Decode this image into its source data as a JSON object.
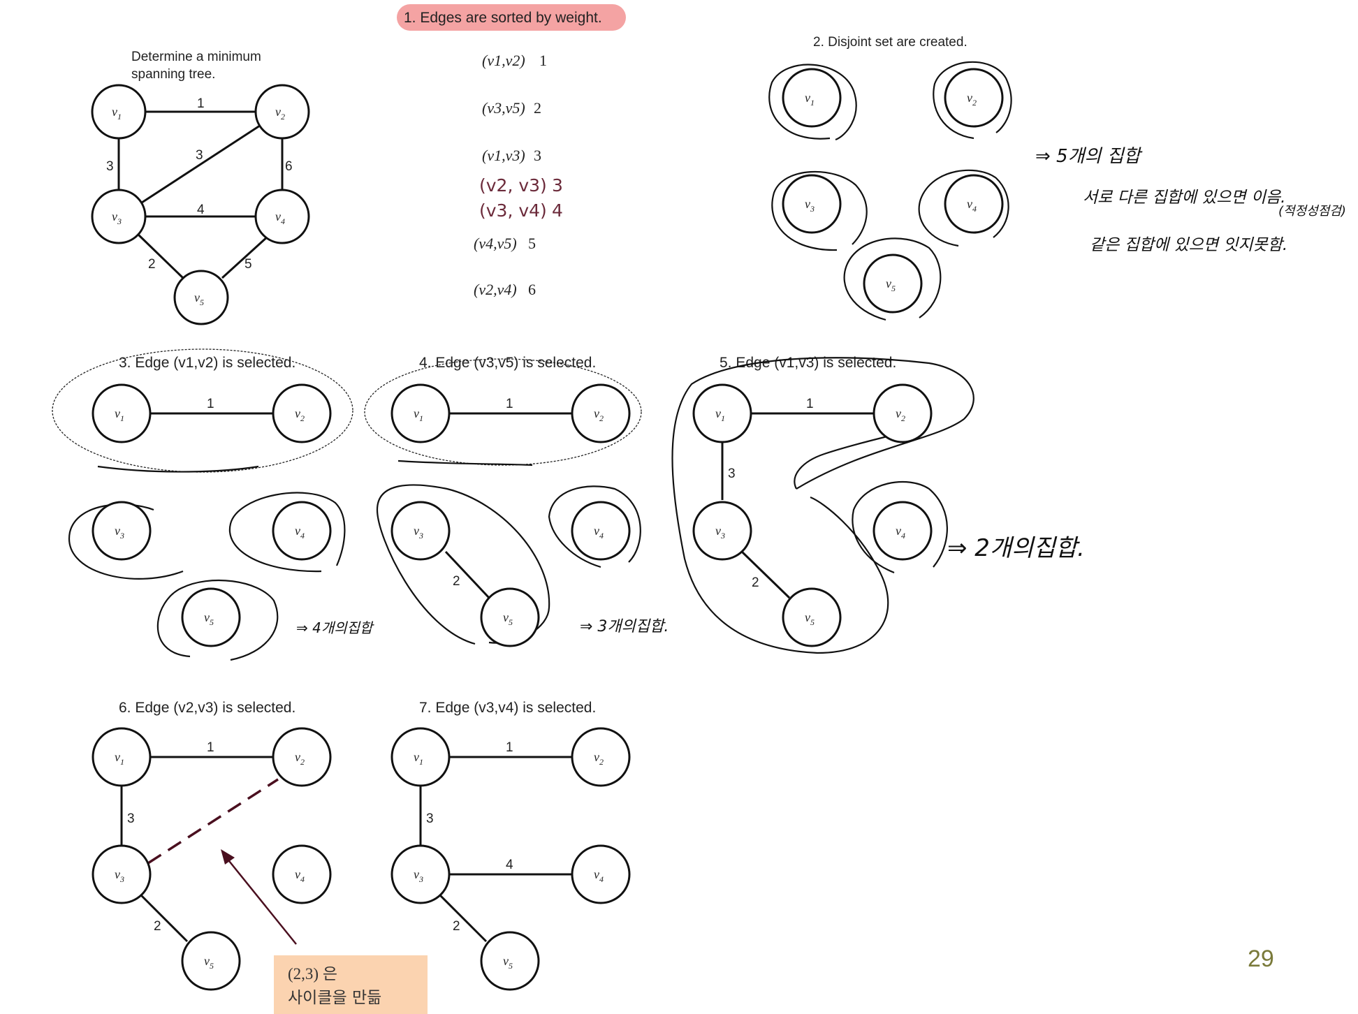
{
  "intro": {
    "caption_line1": "Determine a minimum",
    "caption_line2": "spanning tree."
  },
  "step1": {
    "title": "1. Edges are sorted by weight.",
    "highlight_color": "#f4a3a3",
    "edges": [
      {
        "edge": "(v1,v2)",
        "weight": "1"
      },
      {
        "edge": "(v3,v5)",
        "weight": "2"
      },
      {
        "edge": "(v1,v3)",
        "weight": "3"
      },
      {
        "edge": "(v2, v3)",
        "weight": "3"
      },
      {
        "edge": "(v3, v4)",
        "weight": "4"
      },
      {
        "edge": "(v4,v5)",
        "weight": "5"
      },
      {
        "edge": "(v2,v4)",
        "weight": "6"
      }
    ],
    "handwritten_color": "#6b2a3a"
  },
  "step2": {
    "title": "2. Disjoint set are created.",
    "note_count": "⇒ 5개의 집합",
    "note_diff": "서로 다른 집합에 있으면 이음.",
    "note_check": "(적정성점검)",
    "note_same": "같은 집합에 있으면 잇지못함."
  },
  "step3": {
    "title": "3. Edge (v1,v2) is selected.",
    "note": "⇒ 4개의집합"
  },
  "step4": {
    "title": "4. Edge (v3,v5) is selected.",
    "note": "⇒ 3개의집합."
  },
  "step5": {
    "title": "5. Edge (v1,v3) is selected.",
    "note": "⇒ 2개의집합."
  },
  "step6": {
    "title": "6. Edge (v2,v3) is selected."
  },
  "step7": {
    "title": "7. Edge (v3,v4) is selected."
  },
  "callout": {
    "line1": "(2,3) 은",
    "line2": "사이클을 만듦",
    "bg": "#fbd3b0",
    "arrow_color": "#4a0f1f"
  },
  "graph": {
    "vertices": [
      "v1",
      "v2",
      "v3",
      "v4",
      "v5"
    ],
    "weights": {
      "v1v2": "1",
      "v1v3": "3",
      "v2v3": "3",
      "v2v4": "6",
      "v3v4": "4",
      "v3v5": "2",
      "v4v5": "5"
    }
  },
  "page_number": "29"
}
